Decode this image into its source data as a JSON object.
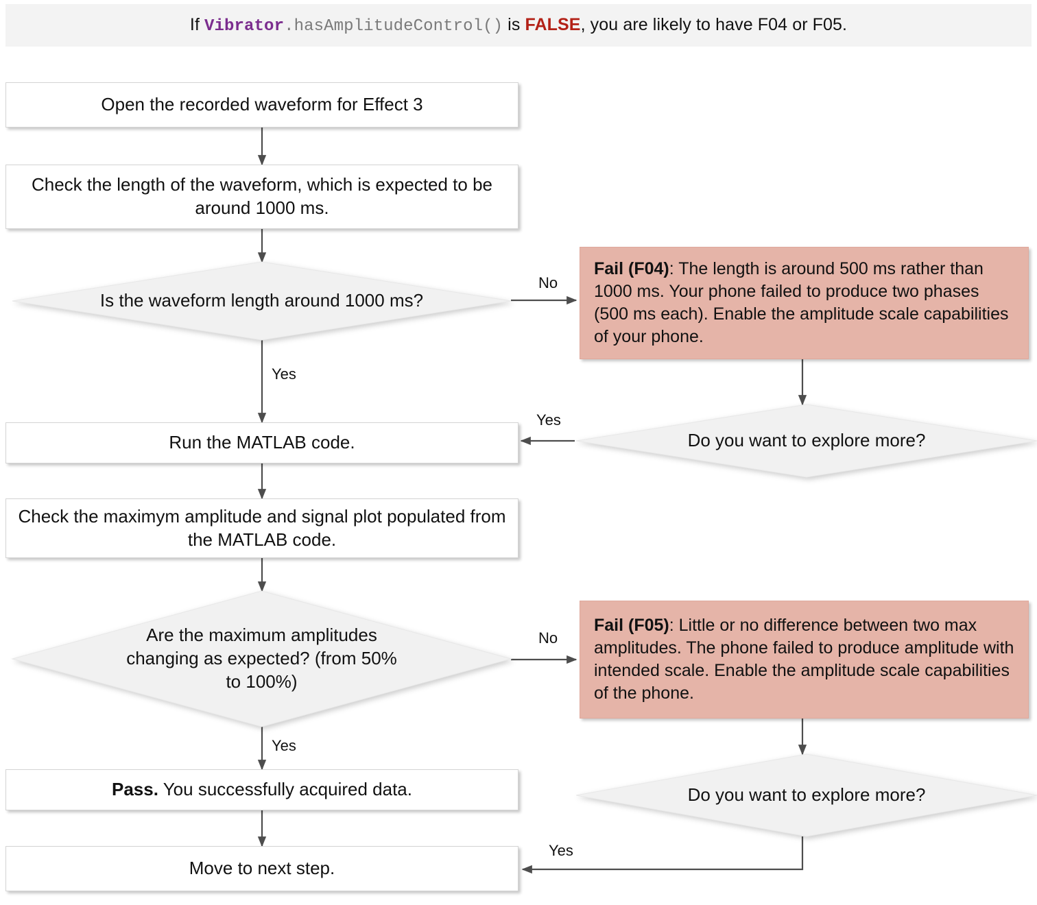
{
  "header": {
    "prefix": "If ",
    "class_name": "Vibrator",
    "method": ".hasAmplitudeControl()",
    "mid": " is ",
    "false_word": "FALSE",
    "suffix": ", you are likely to have F04 or F05.",
    "background": "#f3f3f3",
    "brand_color": "#7b2d8e",
    "method_color": "#7a7a7a",
    "false_color": "#b32117"
  },
  "colors": {
    "process_fill": "#ffffff",
    "process_border": "#d4d4d4",
    "decision_fill": "#f1f1f1",
    "decision_border": "#e2e2e2",
    "fail_fill": "#e5b4a8",
    "edge_stroke": "#4d4d4d",
    "text": "#111111"
  },
  "nodes": {
    "open_waveform": {
      "type": "process",
      "text": "Open the recorded waveform for Effect 3"
    },
    "check_length": {
      "type": "process",
      "text": "Check the length of the waveform, which is expected to be around 1000 ms."
    },
    "decision_length": {
      "type": "decision",
      "text": "Is the waveform length around 1000 ms?"
    },
    "fail_f04": {
      "type": "fail",
      "label": "Fail (F04)",
      "separator": ": ",
      "text": "The length is around 500 ms rather than 1000 ms. Your phone failed to produce two phases (500 ms each). Enable the amplitude scale capabilities of your phone."
    },
    "explore_more_top": {
      "type": "decision",
      "text": "Do you want to explore more?"
    },
    "run_matlab": {
      "type": "process",
      "text": "Run the MATLAB code."
    },
    "check_amplitude": {
      "type": "process",
      "text": "Check the maximym amplitude and signal plot populated from the MATLAB code."
    },
    "decision_amplitude": {
      "type": "decision",
      "text": "Are the maximum amplitudes changing as expected? (from 50% to 100%)"
    },
    "fail_f05": {
      "type": "fail",
      "label": "Fail (F05)",
      "separator": ": ",
      "text": "Little or no difference between two max amplitudes. The phone failed to produce amplitude with intended scale. Enable the amplitude scale capabilities of the phone."
    },
    "explore_more_bottom": {
      "type": "decision",
      "text": "Do you want to explore more?"
    },
    "pass_box": {
      "type": "process",
      "label": "Pass.",
      "separator": " ",
      "text": "You successfully acquired data."
    },
    "next_step": {
      "type": "process",
      "text": "Move to next step."
    }
  },
  "edge_labels": {
    "length_no": "No",
    "length_yes": "Yes",
    "explore_top_yes": "Yes",
    "amplitude_no": "No",
    "amplitude_yes": "Yes",
    "explore_bottom_yes": "Yes"
  }
}
